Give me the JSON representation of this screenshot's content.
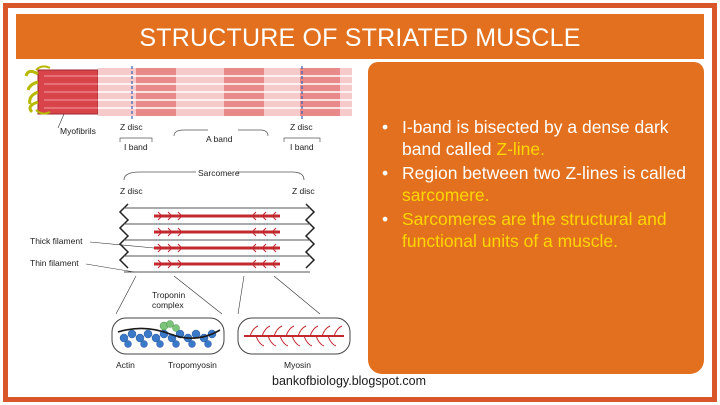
{
  "slide": {
    "title": "STRUCTURE OF STRIATED MUSCLE",
    "footer": "bankofbiology.blogspot.com",
    "accent_color": "#e2701e",
    "border_color": "#d9552a",
    "highlight_color": "#ffd700"
  },
  "bullets": [
    {
      "text_before": "I-band is bisected by a dense dark band called ",
      "highlight": "Z-line.",
      "text_after": ""
    },
    {
      "text_before": "Region between two Z-lines is called ",
      "highlight": "sarcomere.",
      "text_after": ""
    },
    {
      "text_before": "",
      "highlight": "Sarcomeres are the structural and functional units of a muscle.",
      "text_after": ""
    }
  ],
  "diagram": {
    "labels": {
      "myofibrils": "Myofibrils",
      "z_disc_left": "Z disc",
      "z_disc_right": "Z disc",
      "a_band": "A band",
      "i_band_left": "I band",
      "i_band_right": "I band",
      "sarcomere": "Sarcomere",
      "z_disc_lower_left": "Z disc",
      "z_disc_lower_right": "Z disc",
      "thick_filament": "Thick filament",
      "thin_filament": "Thin filament",
      "troponin": "Troponin",
      "complex": "complex",
      "actin": "Actin",
      "tropomyosin": "Tropomyosin",
      "myosin": "Myosin"
    }
  }
}
